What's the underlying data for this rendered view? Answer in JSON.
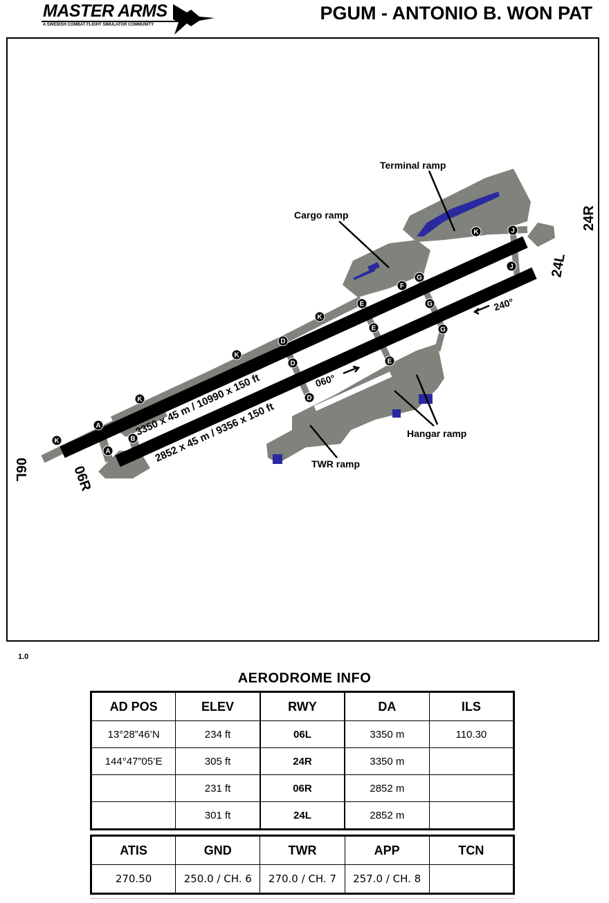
{
  "logo": {
    "title": "MASTER ARMS",
    "subtitle": "A SWEDISH COMBAT FLIGHT SIMULATOR COMMUNITY"
  },
  "header": {
    "title": "PGUM - ANTONIO B. WON PAT"
  },
  "map": {
    "ramps": {
      "terminal": "Terminal ramp",
      "cargo": "Cargo ramp",
      "hangar": "Hangar ramp",
      "twr": "TWR ramp"
    },
    "runways": {
      "north": {
        "dims": "3350 x 45 m / 10990 x 150 ft",
        "end_a": "06L",
        "end_b": "24R"
      },
      "south": {
        "dims": "2852 x 45 m / 9356 x 150 ft",
        "end_a": "06R",
        "end_b": "24L"
      }
    },
    "headings": {
      "east": "060°",
      "west": "240°"
    },
    "taxiways": [
      "K",
      "A",
      "A",
      "B",
      "K",
      "K",
      "D",
      "D",
      "D",
      "K",
      "E",
      "E",
      "E",
      "F",
      "G",
      "G",
      "G",
      "K",
      "J",
      "J"
    ],
    "colors": {
      "pavement": "#7f837c",
      "runway": "#000000",
      "building": "#2a2aa0"
    }
  },
  "version": "1.0",
  "aerodrome": {
    "title": "AERODROME INFO",
    "headers": [
      "AD POS",
      "ELEV",
      "RWY",
      "DA",
      "ILS"
    ],
    "rows": [
      [
        "13°28”46’N",
        "234 ft",
        "06L",
        "3350 m",
        "110.30"
      ],
      [
        "144°47”05’E",
        "305 ft",
        "24R",
        "3350 m",
        ""
      ],
      [
        "",
        "231 ft",
        "06R",
        "2852 m",
        ""
      ],
      [
        "",
        "301 ft",
        "24L",
        "2852 m",
        ""
      ]
    ],
    "freq_headers": [
      "ATIS",
      "GND",
      "TWR",
      "APP",
      "TCN"
    ],
    "freq_values": [
      "270.50",
      "250.0 / CH. 6",
      "270.0 / CH. 7",
      "257.0 / CH. 8",
      ""
    ]
  }
}
